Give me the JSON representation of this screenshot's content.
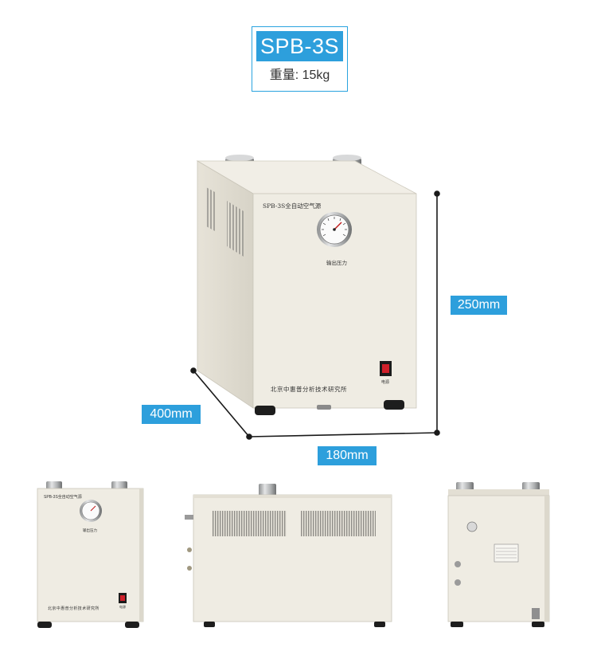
{
  "header": {
    "model": "SPB-3S",
    "weight": "重量: 15kg"
  },
  "dimensions": {
    "height": "250mm",
    "depth": "400mm",
    "width": "180mm"
  },
  "main_unit": {
    "front_title": "SPB-3S全自动空气源",
    "gauge_caption": "输出压力",
    "manufacturer": "北京中惠普分析技术研究所",
    "switch_caption": "电源"
  },
  "thumbnails": {
    "front": {
      "front_title": "SPB-3S全自动空气源",
      "gauge_caption": "输出压力",
      "manufacturer": "北京中惠普分析技术研究所",
      "switch_caption": "电源"
    }
  },
  "colors": {
    "accent": "#2d9fdc",
    "body": "#eeebe1",
    "body_shade": "#dcd8cc",
    "switch": "#d0202a"
  }
}
